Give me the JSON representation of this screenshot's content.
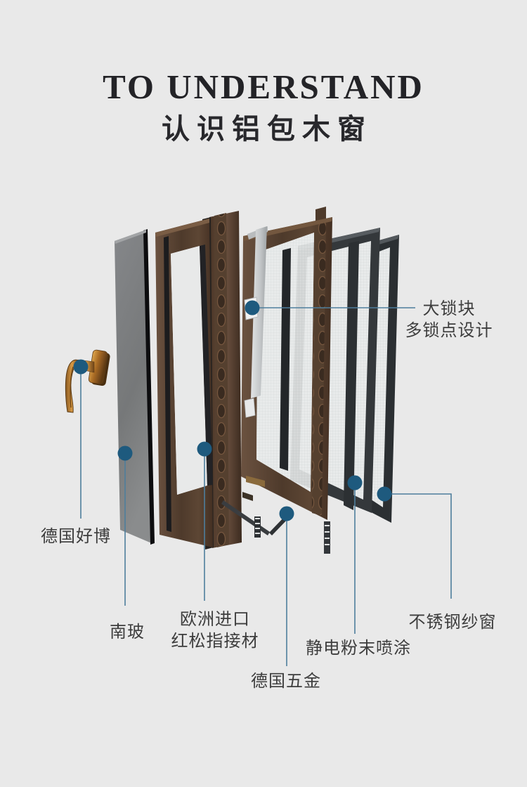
{
  "title": {
    "en": "TO UNDERSTAND",
    "zh": "认识铝包木窗"
  },
  "callouts": {
    "lock": {
      "line1": "大锁块",
      "line2": "多锁点设计"
    },
    "handle": {
      "line1": "德国好博"
    },
    "glass": {
      "line1": "南玻"
    },
    "wood": {
      "line1": "欧洲进口",
      "line2": "红松指接材"
    },
    "hardware": {
      "line1": "德国五金"
    },
    "coating": {
      "line1": "静电粉末喷涂"
    },
    "screen": {
      "line1": "不锈钢纱窗"
    }
  },
  "colors": {
    "background": "#e9e9e9",
    "leader_line": "#4e7e9c",
    "callout_dot": "#1e5a7e",
    "label_text": "#3d3d3d",
    "title_text": "#232327",
    "wood": "#5d4634",
    "glass_panel": "#7b7d7f",
    "metal_strip": "#c7c9cb",
    "mesh": "#eff1f1",
    "dark_frame": "#33373a",
    "bronze_handle": "#b5752e"
  }
}
